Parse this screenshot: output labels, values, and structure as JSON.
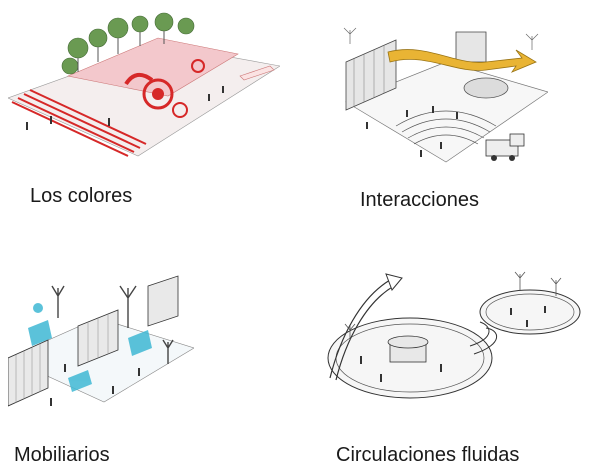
{
  "panels": [
    {
      "caption": "Los colores"
    },
    {
      "caption": "Interacciones"
    },
    {
      "caption": "Mobiliarios"
    },
    {
      "caption": "Circulaciones fluidas"
    }
  ],
  "colors": {
    "sketch_red": "#d62828",
    "sketch_yellow": "#e9b434",
    "sketch_cyan": "#3fb8d4",
    "sketch_green": "#6a9a52",
    "ink": "#333333"
  }
}
